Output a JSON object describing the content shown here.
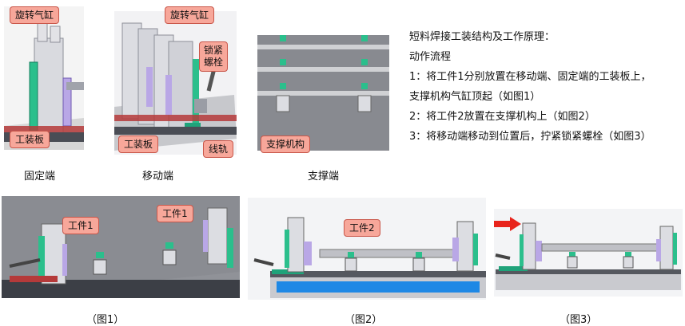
{
  "labels": {
    "rotary_cylinder_1": "旋转气缸",
    "rotary_cylinder_2": "旋转气缸",
    "fixture_plate_1": "工装板",
    "fixture_plate_2": "工装板",
    "lock_bolt": "锁紧螺栓",
    "rail": "线轨",
    "support_mechanism": "支撑机构",
    "workpiece1_a": "工件1",
    "workpiece1_b": "工件1",
    "workpiece2": "工件2"
  },
  "captions": {
    "fixed_end": "固定端",
    "moving_end": "移动端",
    "support_end": "支撑端",
    "fig1": "（图1）",
    "fig2": "（图2）",
    "fig3": "（图3）"
  },
  "description": {
    "title": "短料焊接工装结构及工作原理：",
    "subtitle": "动作流程",
    "steps": [
      "1：将工件1分别放置在移动端、固定端的工装板上，",
      "支撑机构气缸顶起（如图1）",
      "2：将工件2放置在支撑机构上（如图2）",
      "3：将移动端移动到位置后，拧紧锁紧螺栓（如图3）"
    ]
  },
  "colors": {
    "callout_fill": "#f7a79a",
    "callout_border": "#c9574a",
    "arrow": "#e8241c",
    "rail_green": "#1fa37a",
    "highlight_blue": "#1e88e5"
  }
}
